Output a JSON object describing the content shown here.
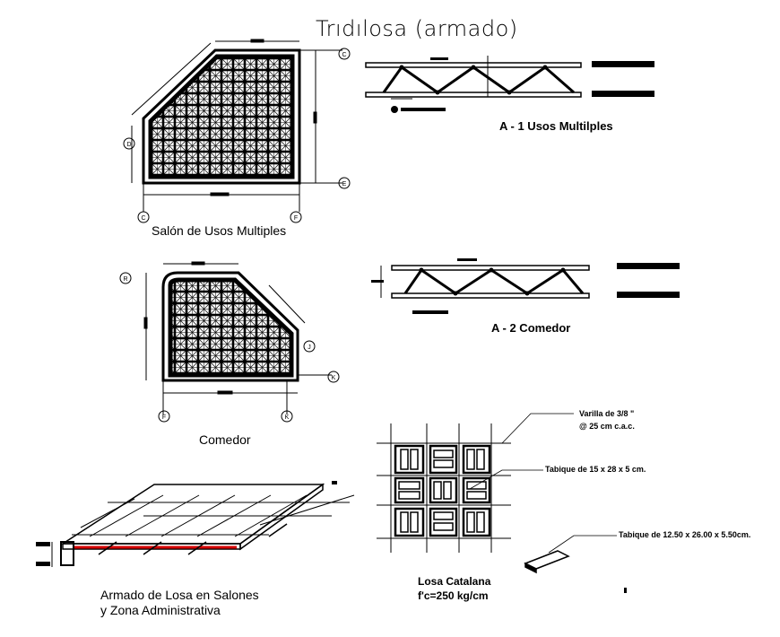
{
  "title": "Trıdılosa (armado)",
  "labels": {
    "salon": "Salón de Usos Multiples",
    "a1": "A - 1 Usos Multilples",
    "a2": "A - 2  Comedor",
    "comedor": "Comedor",
    "armado_line1": "Armado de Losa en Salones",
    "armado_line2": "y Zona Administrativa",
    "losa_catalana": "Losa Catalana",
    "fc": "f'c=250 kg/cm"
  },
  "notes": {
    "varilla_line1": "Varilla de 3/8 \"",
    "varilla_line2": "@ 25 cm c.a.c.",
    "tabique1": "Tabique de 15 x 28 x 5 cm.",
    "tabique2": "Tabique de 12.50 x 26.00 x 5.50cm."
  },
  "axis_markers": [
    "C",
    "E",
    "D",
    "F",
    "R",
    "J",
    "K"
  ]
}
